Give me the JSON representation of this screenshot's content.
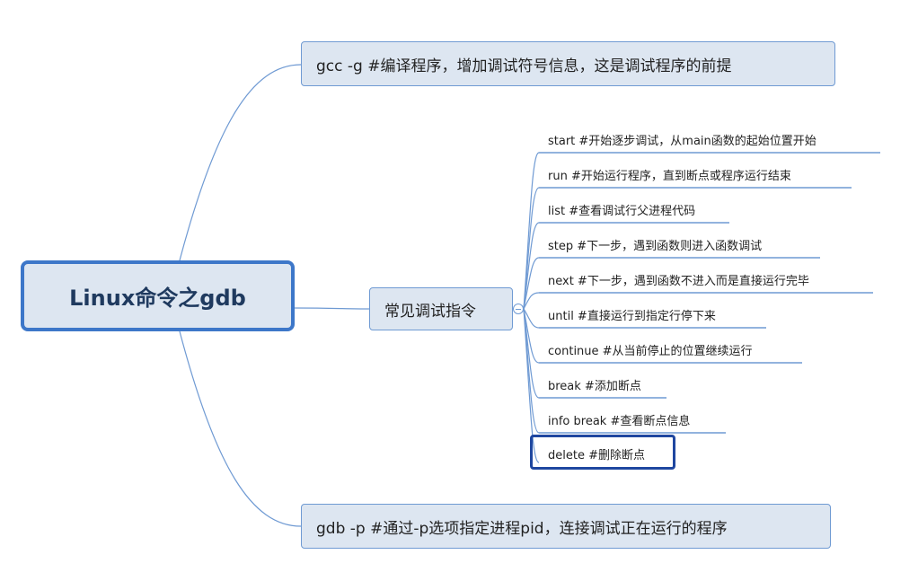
{
  "root": {
    "title": "Linux命令之gdb"
  },
  "top": {
    "text": "gcc -g #编译程序，增加调试符号信息，这是调试程序的前提"
  },
  "middle": {
    "text": "常见调试指令"
  },
  "bottom": {
    "text": "gdb -p #通过-p选项指定进程pid，连接调试正在运行的程序"
  },
  "commands": [
    "start #开始逐步调试，从main函数的起始位置开始",
    "run #开始运行程序，直到断点或程序运行结束",
    "list #查看调试行父进程代码",
    "step #下一步，遇到函数则进入函数调试",
    "next #下一步，遇到函数不进入而是直接运行完毕",
    "until #直接运行到指定行停下来",
    "continue #从当前停止的位置继续运行",
    "break #添加断点",
    "info break #查看断点信息",
    "delete #删除断点"
  ],
  "selected": "delete #删除断点",
  "colors": {
    "line": "#6f9ad3",
    "node_fill": "#dde6f1",
    "root_border": "#3d77c9",
    "selection": "#1f47a0"
  },
  "icons": {
    "collapse": "minus-circle-icon"
  }
}
